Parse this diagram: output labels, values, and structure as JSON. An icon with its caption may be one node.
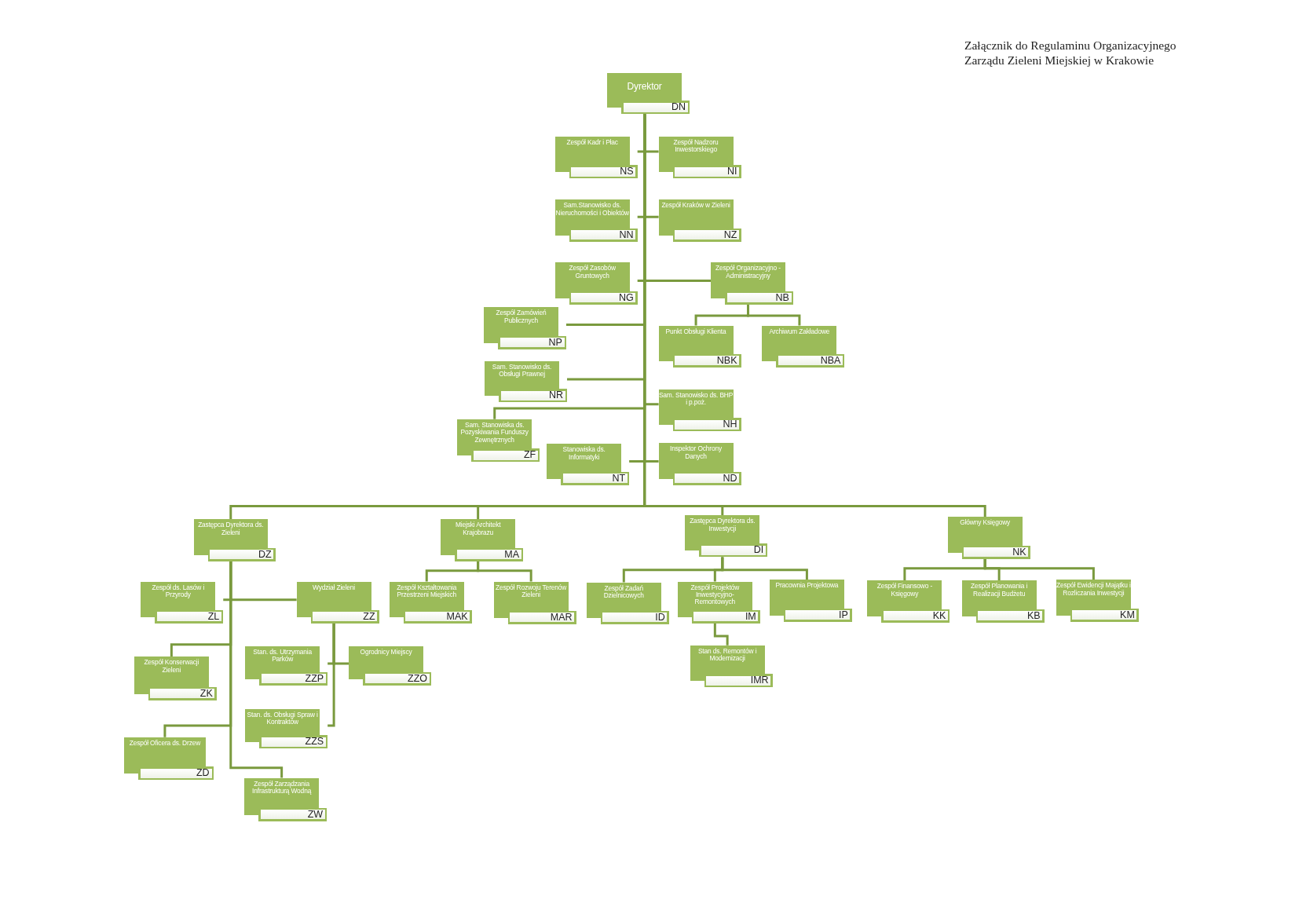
{
  "diagram": {
    "title": "Załącznik do Regulaminu Organizacyjnego Zarządu Zieleni Miejskiej w Krakowie",
    "nodes": [
      {
        "text": [
          "Dyrektor",
          "DN"
        ]
      },
      {
        "text": [
          "Zespół Kadr i Płac",
          "NS"
        ]
      },
      {
        "text": [
          "Zespół Nadzoru Inwestorskiego",
          "NI"
        ]
      },
      {
        "text": [
          "Sam.Stanowisko ds. Nieruchomości i Obiektów",
          "NN"
        ]
      },
      {
        "text": [
          "Zespół Kraków w Zieleni",
          "NZ"
        ]
      },
      {
        "text": [
          "Zespół Zasobów Gruntowych",
          "NG"
        ]
      },
      {
        "text": [
          "Zespół Organizacyjno - Administracyjny",
          "NB"
        ]
      },
      {
        "text": [
          "Zespół Zamówień Publicznych",
          "NP"
        ]
      },
      {
        "text": [
          "Punkt Obsługi Klienta",
          "NBK"
        ]
      },
      {
        "text": [
          "Archiwum Zakładowe",
          "NBA"
        ]
      },
      {
        "text": [
          "Sam. Stanowisko ds. Obsługi Prawnej",
          "NR"
        ]
      },
      {
        "text": [
          "Sam. Stanowisko ds. BHP i p.poż.",
          "NH"
        ]
      },
      {
        "text": [
          "Sam. Stanowiska ds. Pozyskiwania Funduszy Zewnętrznych",
          "ZF"
        ]
      },
      {
        "text": [
          "Stanowiska ds. Informatyki",
          "NT"
        ]
      },
      {
        "text": [
          "Inspektor Ochrony Danych",
          "ND"
        ]
      },
      {
        "text": [
          "Zastępca Dyrektora ds. Zieleni",
          "DZ"
        ]
      },
      {
        "text": [
          "Miejski Architekt Krajobrazu",
          "MA"
        ]
      },
      {
        "text": [
          "Zastępca Dyrektora ds. Inwestycji",
          "DI"
        ]
      },
      {
        "text": [
          "Główny Księgowy",
          "NK"
        ]
      },
      {
        "text": [
          "Zespół ds. Lasów i Przyrody",
          "ZL"
        ]
      },
      {
        "text": [
          "Wydział Zieleni",
          "ZZ"
        ]
      },
      {
        "text": [
          "Zespół Kształtowania Przestrzeni Miejskich",
          "MAK"
        ]
      },
      {
        "text": [
          "Zespół Rozwoju Terenów Zieleni",
          "MAR"
        ]
      },
      {
        "text": [
          "Zespół Zadań Dzielnicowych",
          "ID"
        ]
      },
      {
        "text": [
          "Zespół Projektów Inwestycyjno-Remontowych",
          "IM"
        ]
      },
      {
        "text": [
          "Pracownia Projektowa",
          "IP"
        ]
      },
      {
        "text": [
          "Zespół Finansowo - Księgowy",
          "KK"
        ]
      },
      {
        "text": [
          "Zespół Planowania i Realizacji Budżetu",
          "KB"
        ]
      },
      {
        "text": [
          "Zespół Ewidencji Majątku i Rozliczania Inwestycji",
          "KM"
        ]
      },
      {
        "text": [
          "Stan. ds. Utrzymania Parków",
          "ZZP"
        ]
      },
      {
        "text": [
          "Ogrodnicy Miejscy",
          "ZZO"
        ]
      },
      {
        "text": [
          "Zespół Konserwacji Zieleni",
          "ZK"
        ]
      },
      {
        "text": [
          "Stan ds. Remontów i Modernizacji",
          "IMR"
        ]
      },
      {
        "text": [
          "Stan. ds. Obsługi Spraw i Kontraktów",
          "ZZS"
        ]
      },
      {
        "text": [
          "Zespół Oficera ds. Drzew",
          "ZD"
        ]
      },
      {
        "text": [
          "Zespół Zarządzania Infrastrukturą Wodną",
          "ZW"
        ]
      }
    ],
    "edges": [
      {
        "from": 0,
        "to": 1,
        "arrow": "none"
      },
      {
        "from": 0,
        "to": 2,
        "arrow": "none"
      },
      {
        "from": 0,
        "to": 3,
        "arrow": "none"
      },
      {
        "from": 0,
        "to": 4,
        "arrow": "none"
      },
      {
        "from": 0,
        "to": 5,
        "arrow": "none"
      },
      {
        "from": 0,
        "to": 6,
        "arrow": "none"
      },
      {
        "from": 0,
        "to": 7,
        "arrow": "none"
      },
      {
        "from": 0,
        "to": 10,
        "arrow": "none"
      },
      {
        "from": 0,
        "to": 11,
        "arrow": "none"
      },
      {
        "from": 0,
        "to": 12,
        "arrow": "none"
      },
      {
        "from": 0,
        "to": 13,
        "arrow": "none"
      },
      {
        "from": 0,
        "to": 14,
        "arrow": "none"
      },
      {
        "from": 0,
        "to": 15,
        "arrow": "none"
      },
      {
        "from": 0,
        "to": 16,
        "arrow": "none"
      },
      {
        "from": 0,
        "to": 17,
        "arrow": "none"
      },
      {
        "from": 0,
        "to": 18,
        "arrow": "none"
      },
      {
        "from": 6,
        "to": 8,
        "arrow": "none"
      },
      {
        "from": 6,
        "to": 9,
        "arrow": "none"
      },
      {
        "from": 15,
        "to": 19,
        "arrow": "none"
      },
      {
        "from": 15,
        "to": 20,
        "arrow": "none"
      },
      {
        "from": 15,
        "to": 31,
        "arrow": "none"
      },
      {
        "from": 15,
        "to": 34,
        "arrow": "none"
      },
      {
        "from": 15,
        "to": 35,
        "arrow": "none"
      },
      {
        "from": 20,
        "to": 29,
        "arrow": "none"
      },
      {
        "from": 20,
        "to": 30,
        "arrow": "none"
      },
      {
        "from": 20,
        "to": 33,
        "arrow": "none"
      },
      {
        "from": 16,
        "to": 21,
        "arrow": "none"
      },
      {
        "from": 16,
        "to": 22,
        "arrow": "none"
      },
      {
        "from": 17,
        "to": 23,
        "arrow": "none"
      },
      {
        "from": 17,
        "to": 24,
        "arrow": "none"
      },
      {
        "from": 17,
        "to": 25,
        "arrow": "none"
      },
      {
        "from": 24,
        "to": 32,
        "arrow": "none"
      },
      {
        "from": 18,
        "to": 26,
        "arrow": "none"
      },
      {
        "from": 18,
        "to": 27,
        "arrow": "none"
      },
      {
        "from": 18,
        "to": 28,
        "arrow": "none"
      }
    ]
  }
}
